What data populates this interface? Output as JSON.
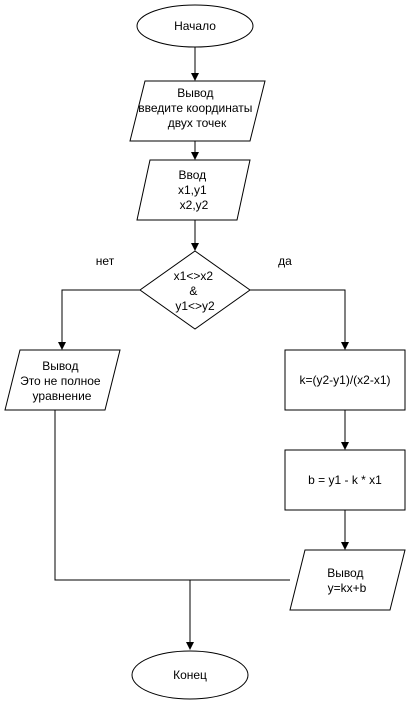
{
  "nodes": {
    "start": {
      "label": "Начало"
    },
    "output_prompt": {
      "lines": [
        "Вывод",
        "введите координаты",
        "двух точек"
      ]
    },
    "input_points": {
      "lines": [
        "Ввод",
        "x1,y1",
        "x2,y2"
      ]
    },
    "decision": {
      "lines": [
        "x1<>x2",
        "&",
        "y1<>y2"
      ]
    },
    "output_error": {
      "lines": [
        "Вывод",
        "Это не полное",
        "уравнение"
      ]
    },
    "calc_k": {
      "label": "k=(y2-y1)/(x2-x1)"
    },
    "calc_b": {
      "label": "b = y1 - k * x1"
    },
    "output_result": {
      "lines": [
        "Вывод",
        "y=kx+b"
      ]
    },
    "end": {
      "label": "Конец"
    }
  },
  "edges": {
    "no_label": "нет",
    "yes_label": "да"
  }
}
